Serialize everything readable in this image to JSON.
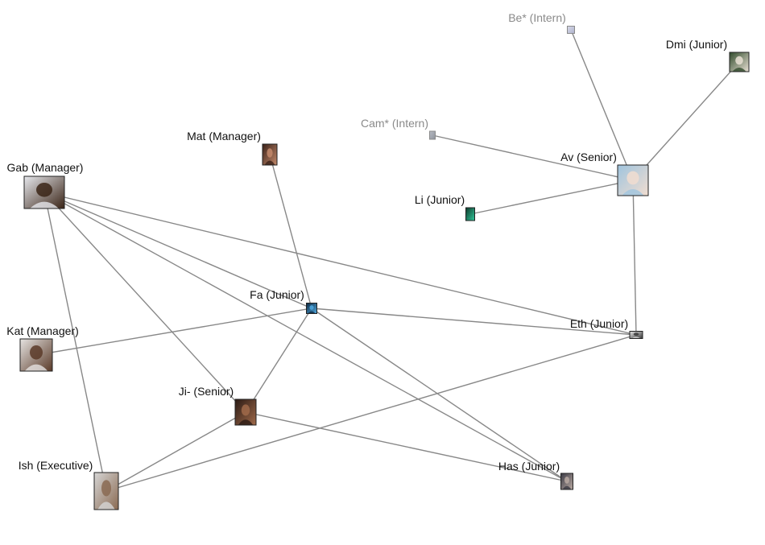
{
  "colors": {
    "edge": "#888888",
    "label": "#111111",
    "label_muted": "#8a8a8a",
    "background": "#ffffff"
  },
  "nodes": [
    {
      "id": "be",
      "label": "Be* (Intern)",
      "muted": true,
      "avatar": "intern-placeholder",
      "tone": [
        "#d8dae8",
        "#aeb2cc"
      ]
    },
    {
      "id": "dmi",
      "label": "Dmi (Junior)",
      "muted": false,
      "avatar": "person-photo",
      "tone": [
        "#2f4a2a",
        "#e9e0d4"
      ]
    },
    {
      "id": "cam",
      "label": "Cam* (Intern)",
      "muted": true,
      "avatar": "intern-placeholder",
      "tone": [
        "#b8bcc4",
        "#8e939c"
      ]
    },
    {
      "id": "av",
      "label": "Av (Senior)",
      "muted": false,
      "avatar": "person-photo",
      "tone": [
        "#9fc4de",
        "#f1ddd0"
      ]
    },
    {
      "id": "mat",
      "label": "Mat (Manager)",
      "muted": false,
      "avatar": "person-photo",
      "tone": [
        "#3a2118",
        "#c48a6c"
      ]
    },
    {
      "id": "gab",
      "label": "Gab (Manager)",
      "muted": false,
      "avatar": "person-photo",
      "tone": [
        "#e7e9ee",
        "#3a2416"
      ]
    },
    {
      "id": "li",
      "label": "Li (Junior)",
      "muted": false,
      "avatar": "person-photo",
      "tone": [
        "#0f3a2c",
        "#2fc79a"
      ]
    },
    {
      "id": "fa",
      "label": "Fa (Junior)",
      "muted": false,
      "avatar": "person-photo",
      "tone": [
        "#0d2740",
        "#4fa9e0"
      ]
    },
    {
      "id": "kat",
      "label": "Kat (Manager)",
      "muted": false,
      "avatar": "person-photo",
      "tone": [
        "#e6e4e2",
        "#5a3a28"
      ]
    },
    {
      "id": "eth",
      "label": "Eth (Junior)",
      "muted": false,
      "avatar": "person-photo",
      "tone": [
        "#e8e8e8",
        "#3a3a3a"
      ]
    },
    {
      "id": "ji",
      "label": "Ji- (Senior)",
      "muted": false,
      "avatar": "person-photo",
      "tone": [
        "#2a1a14",
        "#a06a4a"
      ]
    },
    {
      "id": "ish",
      "label": "Ish (Executive)",
      "muted": false,
      "avatar": "person-photo",
      "tone": [
        "#d6d6d6",
        "#8a6a52"
      ]
    },
    {
      "id": "has",
      "label": "Has (Junior)",
      "muted": false,
      "avatar": "person-photo",
      "tone": [
        "#3a3a44",
        "#b9a9a2"
      ]
    }
  ],
  "edges": [
    [
      "be",
      "av"
    ],
    [
      "dmi",
      "av"
    ],
    [
      "cam",
      "av"
    ],
    [
      "li",
      "av"
    ],
    [
      "av",
      "eth"
    ],
    [
      "mat",
      "fa"
    ],
    [
      "gab",
      "eth"
    ],
    [
      "gab",
      "has"
    ],
    [
      "gab",
      "ji"
    ],
    [
      "gab",
      "fa"
    ],
    [
      "gab",
      "ish"
    ],
    [
      "kat",
      "fa"
    ],
    [
      "fa",
      "eth"
    ],
    [
      "fa",
      "ji"
    ],
    [
      "fa",
      "has"
    ],
    [
      "eth",
      "ish"
    ],
    [
      "ji",
      "ish"
    ],
    [
      "ji",
      "has"
    ]
  ]
}
